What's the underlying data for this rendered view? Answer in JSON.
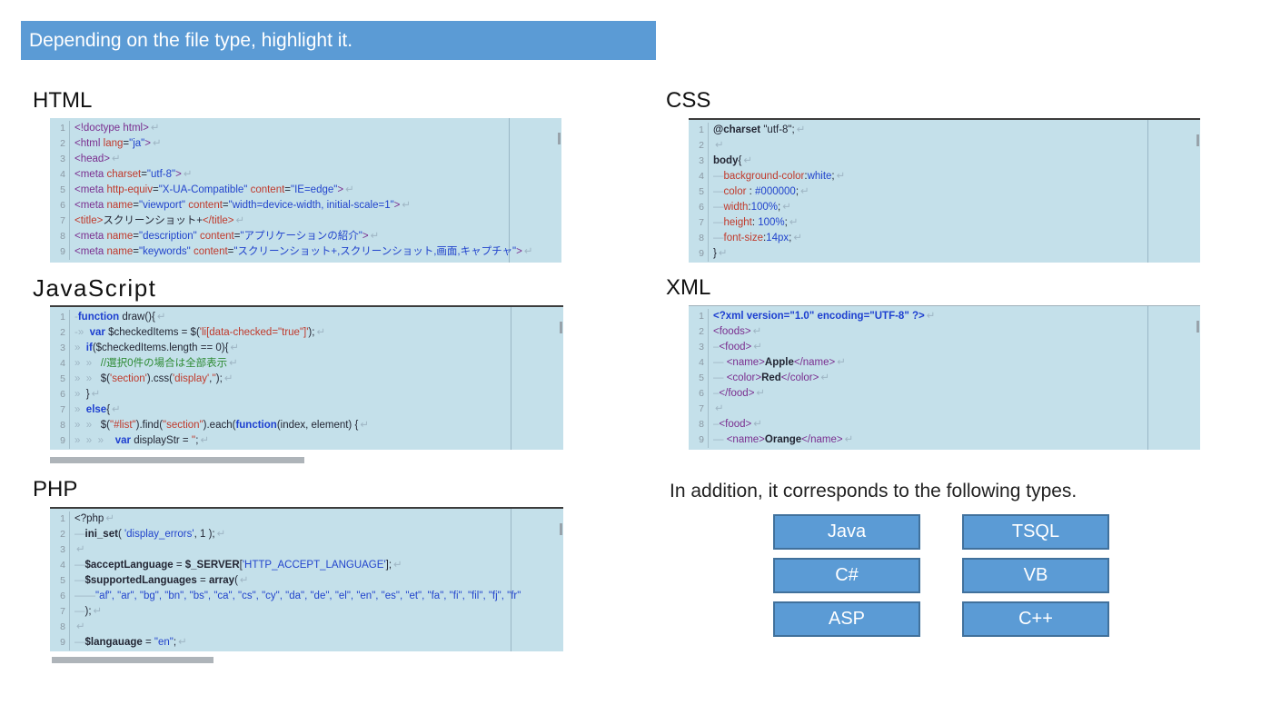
{
  "banner": {
    "text": "Depending on the file type, highlight it."
  },
  "theme": {
    "accent": "#5B9BD5",
    "accent_dark": "#41719C",
    "code_background": "#C4E0EA",
    "syntax": {
      "plain": "#232634",
      "tag": "#7A2E8F",
      "attr": "#C0392B",
      "val": "#2244CC",
      "keyword": "#1D3FD0",
      "string": "#C0392B",
      "comment": "#2E8B34"
    }
  },
  "sections": [
    {
      "id": "html",
      "title": "HTML",
      "border": "none",
      "lines": [
        {
          "n": "1",
          "segs": [
            {
              "t": "<!doctype html>",
              "c": "tag"
            }
          ]
        },
        {
          "n": "2",
          "segs": [
            {
              "t": "<html ",
              "c": "tag"
            },
            {
              "t": "lang",
              "c": "attr"
            },
            {
              "t": "=",
              "c": "plain"
            },
            {
              "t": "\"ja\"",
              "c": "val"
            },
            {
              "t": ">",
              "c": "tag"
            }
          ]
        },
        {
          "n": "3",
          "segs": [
            {
              "t": "<head>",
              "c": "tag"
            }
          ]
        },
        {
          "n": "4",
          "segs": [
            {
              "t": "<meta ",
              "c": "tag"
            },
            {
              "t": "charset",
              "c": "attr"
            },
            {
              "t": "=",
              "c": "plain"
            },
            {
              "t": "\"utf-8\"",
              "c": "val"
            },
            {
              "t": ">",
              "c": "tag"
            }
          ]
        },
        {
          "n": "5",
          "segs": [
            {
              "t": "<meta ",
              "c": "tag"
            },
            {
              "t": "http-equiv",
              "c": "attr"
            },
            {
              "t": "=",
              "c": "plain"
            },
            {
              "t": "\"X-UA-Compatible\"",
              "c": "val"
            },
            {
              "t": " ",
              "c": "plain"
            },
            {
              "t": "content",
              "c": "attr"
            },
            {
              "t": "=",
              "c": "plain"
            },
            {
              "t": "\"IE=edge\"",
              "c": "val"
            },
            {
              "t": ">",
              "c": "tag"
            }
          ]
        },
        {
          "n": "6",
          "segs": [
            {
              "t": "<meta ",
              "c": "tag"
            },
            {
              "t": "name",
              "c": "attr"
            },
            {
              "t": "=",
              "c": "plain"
            },
            {
              "t": "\"viewport\"",
              "c": "val"
            },
            {
              "t": " ",
              "c": "plain"
            },
            {
              "t": "content",
              "c": "attr"
            },
            {
              "t": "=",
              "c": "plain"
            },
            {
              "t": "\"width=device-width, initial-scale=1\"",
              "c": "val"
            },
            {
              "t": ">",
              "c": "tag"
            }
          ]
        },
        {
          "n": "7",
          "segs": [
            {
              "t": "<title>",
              "c": "attr"
            },
            {
              "t": "スクリーンショット+",
              "c": "plain"
            },
            {
              "t": "</title>",
              "c": "attr"
            }
          ]
        },
        {
          "n": "8",
          "segs": [
            {
              "t": "<meta ",
              "c": "tag"
            },
            {
              "t": "name",
              "c": "attr"
            },
            {
              "t": "=",
              "c": "plain"
            },
            {
              "t": "\"description\"",
              "c": "val"
            },
            {
              "t": " ",
              "c": "plain"
            },
            {
              "t": "content",
              "c": "attr"
            },
            {
              "t": "=",
              "c": "plain"
            },
            {
              "t": "\"アプリケーションの紹介\"",
              "c": "val"
            },
            {
              "t": ">",
              "c": "tag"
            }
          ]
        },
        {
          "n": "9",
          "segs": [
            {
              "t": "<meta ",
              "c": "tag"
            },
            {
              "t": "name",
              "c": "attr"
            },
            {
              "t": "=",
              "c": "plain"
            },
            {
              "t": "\"keywords\"",
              "c": "val"
            },
            {
              "t": " ",
              "c": "plain"
            },
            {
              "t": "content",
              "c": "attr"
            },
            {
              "t": "=",
              "c": "plain"
            },
            {
              "t": "\"スクリーンショット+,スクリーンショット,画面,キャプチャ\"",
              "c": "val"
            },
            {
              "t": ">",
              "c": "tag"
            }
          ]
        }
      ]
    },
    {
      "id": "css",
      "title": "CSS",
      "border": "dark",
      "lines": [
        {
          "n": "1",
          "segs": [
            {
              "t": "@charset",
              "c": "bold"
            },
            {
              "t": " \"utf-8\";",
              "c": "plain"
            }
          ]
        },
        {
          "n": "2",
          "segs": []
        },
        {
          "n": "3",
          "segs": [
            {
              "t": "body",
              "c": "bold"
            },
            {
              "t": "{",
              "c": "plain"
            }
          ]
        },
        {
          "n": "4",
          "segs": [
            {
              "t": "—",
              "c": "ws"
            },
            {
              "t": "background-color",
              "c": "attr"
            },
            {
              "t": ":",
              "c": "plain"
            },
            {
              "t": "white",
              "c": "val"
            },
            {
              "t": ";",
              "c": "plain"
            }
          ]
        },
        {
          "n": "5",
          "segs": [
            {
              "t": "—",
              "c": "ws"
            },
            {
              "t": "color",
              "c": "attr"
            },
            {
              "t": " : ",
              "c": "plain"
            },
            {
              "t": "#000000",
              "c": "val"
            },
            {
              "t": ";",
              "c": "plain"
            }
          ]
        },
        {
          "n": "6",
          "segs": [
            {
              "t": "—",
              "c": "ws"
            },
            {
              "t": "width",
              "c": "attr"
            },
            {
              "t": ":",
              "c": "plain"
            },
            {
              "t": "100%",
              "c": "val"
            },
            {
              "t": ";",
              "c": "plain"
            }
          ]
        },
        {
          "n": "7",
          "segs": [
            {
              "t": "—",
              "c": "ws"
            },
            {
              "t": "height",
              "c": "attr"
            },
            {
              "t": ": ",
              "c": "plain"
            },
            {
              "t": "100%",
              "c": "val"
            },
            {
              "t": ";",
              "c": "plain"
            }
          ]
        },
        {
          "n": "8",
          "segs": [
            {
              "t": "—",
              "c": "ws"
            },
            {
              "t": "font-size",
              "c": "attr"
            },
            {
              "t": ":",
              "c": "plain"
            },
            {
              "t": "14px",
              "c": "val"
            },
            {
              "t": ";",
              "c": "plain"
            }
          ]
        },
        {
          "n": "9",
          "segs": [
            {
              "t": "}",
              "c": "plain"
            }
          ]
        }
      ]
    },
    {
      "id": "js",
      "title": "JavaScript",
      "border": "dark",
      "lines": [
        {
          "n": "1",
          "segs": [
            {
              "t": "-",
              "c": "ws"
            },
            {
              "t": "function",
              "c": "kw"
            },
            {
              "t": " draw(){",
              "c": "plain"
            }
          ]
        },
        {
          "n": "2",
          "segs": [
            {
              "t": "-»  ",
              "c": "ws"
            },
            {
              "t": "var",
              "c": "kw"
            },
            {
              "t": " $checkedItems = $(",
              "c": "plain"
            },
            {
              "t": "'li[data-checked=\"true\"]'",
              "c": "str"
            },
            {
              "t": ");",
              "c": "plain"
            }
          ]
        },
        {
          "n": "3",
          "segs": [
            {
              "t": "»  ",
              "c": "ws"
            },
            {
              "t": "if",
              "c": "kw"
            },
            {
              "t": "($checkedItems.length == 0){",
              "c": "plain"
            }
          ]
        },
        {
          "n": "4",
          "segs": [
            {
              "t": "»  »   ",
              "c": "ws"
            },
            {
              "t": "//選択0件の場合は全部表示",
              "c": "com"
            }
          ]
        },
        {
          "n": "5",
          "segs": [
            {
              "t": "»  »   ",
              "c": "ws"
            },
            {
              "t": "$(",
              "c": "plain"
            },
            {
              "t": "'section'",
              "c": "str"
            },
            {
              "t": ").css(",
              "c": "plain"
            },
            {
              "t": "'display'",
              "c": "str"
            },
            {
              "t": ",",
              "c": "plain"
            },
            {
              "t": "''",
              "c": "str"
            },
            {
              "t": ");",
              "c": "plain"
            }
          ]
        },
        {
          "n": "6",
          "segs": [
            {
              "t": "»  ",
              "c": "ws"
            },
            {
              "t": "}",
              "c": "plain"
            }
          ]
        },
        {
          "n": "7",
          "segs": [
            {
              "t": "»  ",
              "c": "ws"
            },
            {
              "t": "else",
              "c": "kw"
            },
            {
              "t": "{",
              "c": "plain"
            }
          ]
        },
        {
          "n": "8",
          "segs": [
            {
              "t": "»  »   ",
              "c": "ws"
            },
            {
              "t": "$(",
              "c": "plain"
            },
            {
              "t": "\"#list\"",
              "c": "str"
            },
            {
              "t": ").find(",
              "c": "plain"
            },
            {
              "t": "\"section\"",
              "c": "str"
            },
            {
              "t": ").each(",
              "c": "plain"
            },
            {
              "t": "function",
              "c": "kw"
            },
            {
              "t": "(index, element) {",
              "c": "plain"
            }
          ]
        },
        {
          "n": "9",
          "segs": [
            {
              "t": "»  »  »    ",
              "c": "ws"
            },
            {
              "t": "var",
              "c": "kw"
            },
            {
              "t": " displayStr = ",
              "c": "plain"
            },
            {
              "t": "''",
              "c": "str"
            },
            {
              "t": ";",
              "c": "plain"
            }
          ]
        }
      ]
    },
    {
      "id": "xml",
      "title": "XML",
      "border": "light",
      "lines": [
        {
          "n": "1",
          "segs": [
            {
              "t": "<?xml version=\"1.0\" encoding=\"UTF-8\" ?>",
              "c": "kw"
            }
          ]
        },
        {
          "n": "2",
          "segs": [
            {
              "t": "<foods>",
              "c": "tag"
            }
          ]
        },
        {
          "n": "3",
          "segs": [
            {
              "t": "–",
              "c": "ws"
            },
            {
              "t": "<food>",
              "c": "tag"
            }
          ]
        },
        {
          "n": "4",
          "segs": [
            {
              "t": "— ",
              "c": "ws"
            },
            {
              "t": "<name>",
              "c": "tag"
            },
            {
              "t": "Apple",
              "c": "bold"
            },
            {
              "t": "</name>",
              "c": "tag"
            }
          ]
        },
        {
          "n": "5",
          "segs": [
            {
              "t": "— ",
              "c": "ws"
            },
            {
              "t": "<color>",
              "c": "tag"
            },
            {
              "t": "Red",
              "c": "bold"
            },
            {
              "t": "</color>",
              "c": "tag"
            }
          ]
        },
        {
          "n": "6",
          "segs": [
            {
              "t": "–",
              "c": "ws"
            },
            {
              "t": "</food>",
              "c": "tag"
            }
          ]
        },
        {
          "n": "7",
          "segs": []
        },
        {
          "n": "8",
          "segs": [
            {
              "t": "–",
              "c": "ws"
            },
            {
              "t": "<food>",
              "c": "tag"
            }
          ]
        },
        {
          "n": "9",
          "segs": [
            {
              "t": "— ",
              "c": "ws"
            },
            {
              "t": "<name>",
              "c": "tag"
            },
            {
              "t": "Orange",
              "c": "bold"
            },
            {
              "t": "</name>",
              "c": "tag"
            }
          ]
        }
      ]
    },
    {
      "id": "php",
      "title": "PHP",
      "border": "dark",
      "lines": [
        {
          "n": "1",
          "segs": [
            {
              "t": "<?php",
              "c": "plain"
            }
          ]
        },
        {
          "n": "2",
          "segs": [
            {
              "t": "—",
              "c": "ws"
            },
            {
              "t": "ini_set",
              "c": "bold"
            },
            {
              "t": "( ",
              "c": "plain"
            },
            {
              "t": "'display_errors'",
              "c": "strb"
            },
            {
              "t": ", 1 );",
              "c": "plain"
            }
          ]
        },
        {
          "n": "3",
          "segs": []
        },
        {
          "n": "4",
          "segs": [
            {
              "t": "—",
              "c": "ws"
            },
            {
              "t": "$acceptLanguage",
              "c": "bold"
            },
            {
              "t": " = ",
              "c": "plain"
            },
            {
              "t": "$_SERVER",
              "c": "bold"
            },
            {
              "t": "[",
              "c": "plain"
            },
            {
              "t": "'HTTP_ACCEPT_LANGUAGE'",
              "c": "strb"
            },
            {
              "t": "];",
              "c": "plain"
            }
          ]
        },
        {
          "n": "5",
          "segs": [
            {
              "t": "—",
              "c": "ws"
            },
            {
              "t": "$supportedLanguages",
              "c": "bold"
            },
            {
              "t": " = ",
              "c": "plain"
            },
            {
              "t": "array",
              "c": "bold"
            },
            {
              "t": "(",
              "c": "plain"
            }
          ]
        },
        {
          "n": "6",
          "nl": false,
          "segs": [
            {
              "t": "——",
              "c": "ws"
            },
            {
              "t": "\"af\", \"ar\", \"bg\", \"bn\", \"bs\", \"ca\", \"cs\", \"cy\", \"da\", \"de\", \"el\", \"en\", \"es\", \"et\", \"fa\", \"fi\", \"fil\", \"fj\", \"fr\"",
              "c": "strb"
            }
          ]
        },
        {
          "n": "7",
          "segs": [
            {
              "t": "—",
              "c": "ws"
            },
            {
              "t": ");",
              "c": "plain"
            }
          ]
        },
        {
          "n": "8",
          "segs": []
        },
        {
          "n": "9",
          "segs": [
            {
              "t": "—",
              "c": "ws"
            },
            {
              "t": "$langauage",
              "c": "bold"
            },
            {
              "t": " = ",
              "c": "plain"
            },
            {
              "t": "\"en\"",
              "c": "strb"
            },
            {
              "t": ";",
              "c": "plain"
            }
          ]
        }
      ]
    }
  ],
  "addition": {
    "text": "In addition, it corresponds to the following types.",
    "buttons": [
      "Java",
      "TSQL",
      "C#",
      "VB",
      "ASP",
      "C++"
    ]
  }
}
